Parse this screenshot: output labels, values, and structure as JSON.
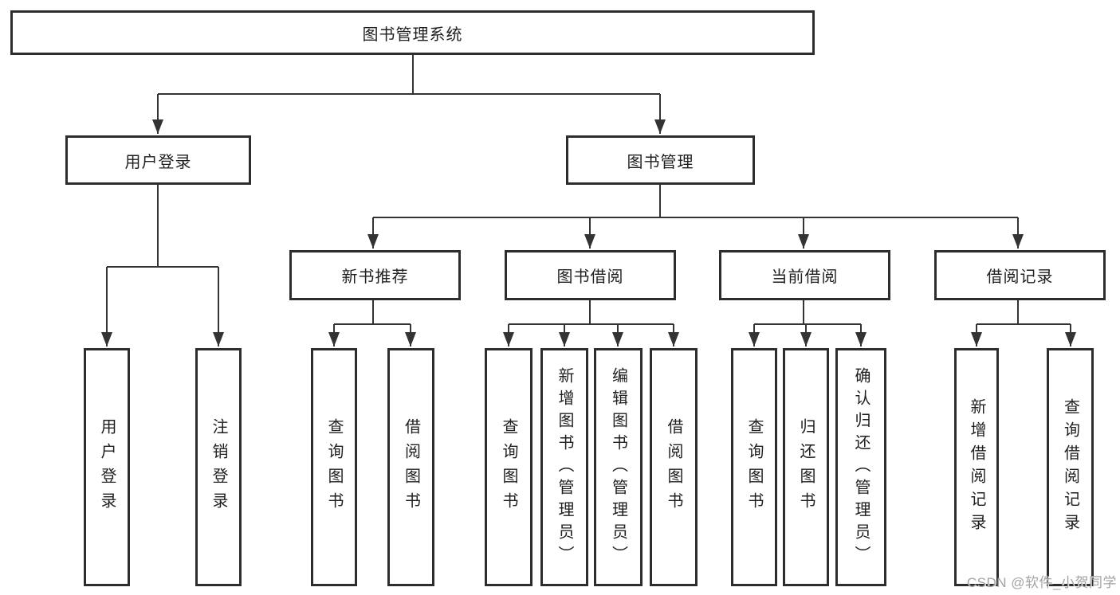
{
  "diagram": {
    "root": {
      "label": "图书管理系统"
    },
    "level2": [
      {
        "label": "用户登录"
      },
      {
        "label": "图书管理"
      }
    ],
    "level3": [
      {
        "label": "新书推荐"
      },
      {
        "label": "图书借阅"
      },
      {
        "label": "当前借阅"
      },
      {
        "label": "借阅记录"
      }
    ],
    "leaves": {
      "login": [
        "用户登录",
        "注销登录"
      ],
      "recommend": [
        "查询图书",
        "借阅图书"
      ],
      "borrow": [
        "查询图书",
        "新增图书（管理员）",
        "编辑图书（管理员）",
        "借阅图书"
      ],
      "current": [
        "查询图书",
        "归还图书",
        "确认归还（管理员）"
      ],
      "records": [
        "新增借阅记录",
        "查询借阅记录"
      ]
    }
  },
  "watermark": "CSDN @软件_小贺同学",
  "colors": {
    "line": "#333333",
    "box_border": "#2d2d2d",
    "text": "#1f1f1f",
    "watermark": "#a3a3a3",
    "background": "#ffffff"
  }
}
